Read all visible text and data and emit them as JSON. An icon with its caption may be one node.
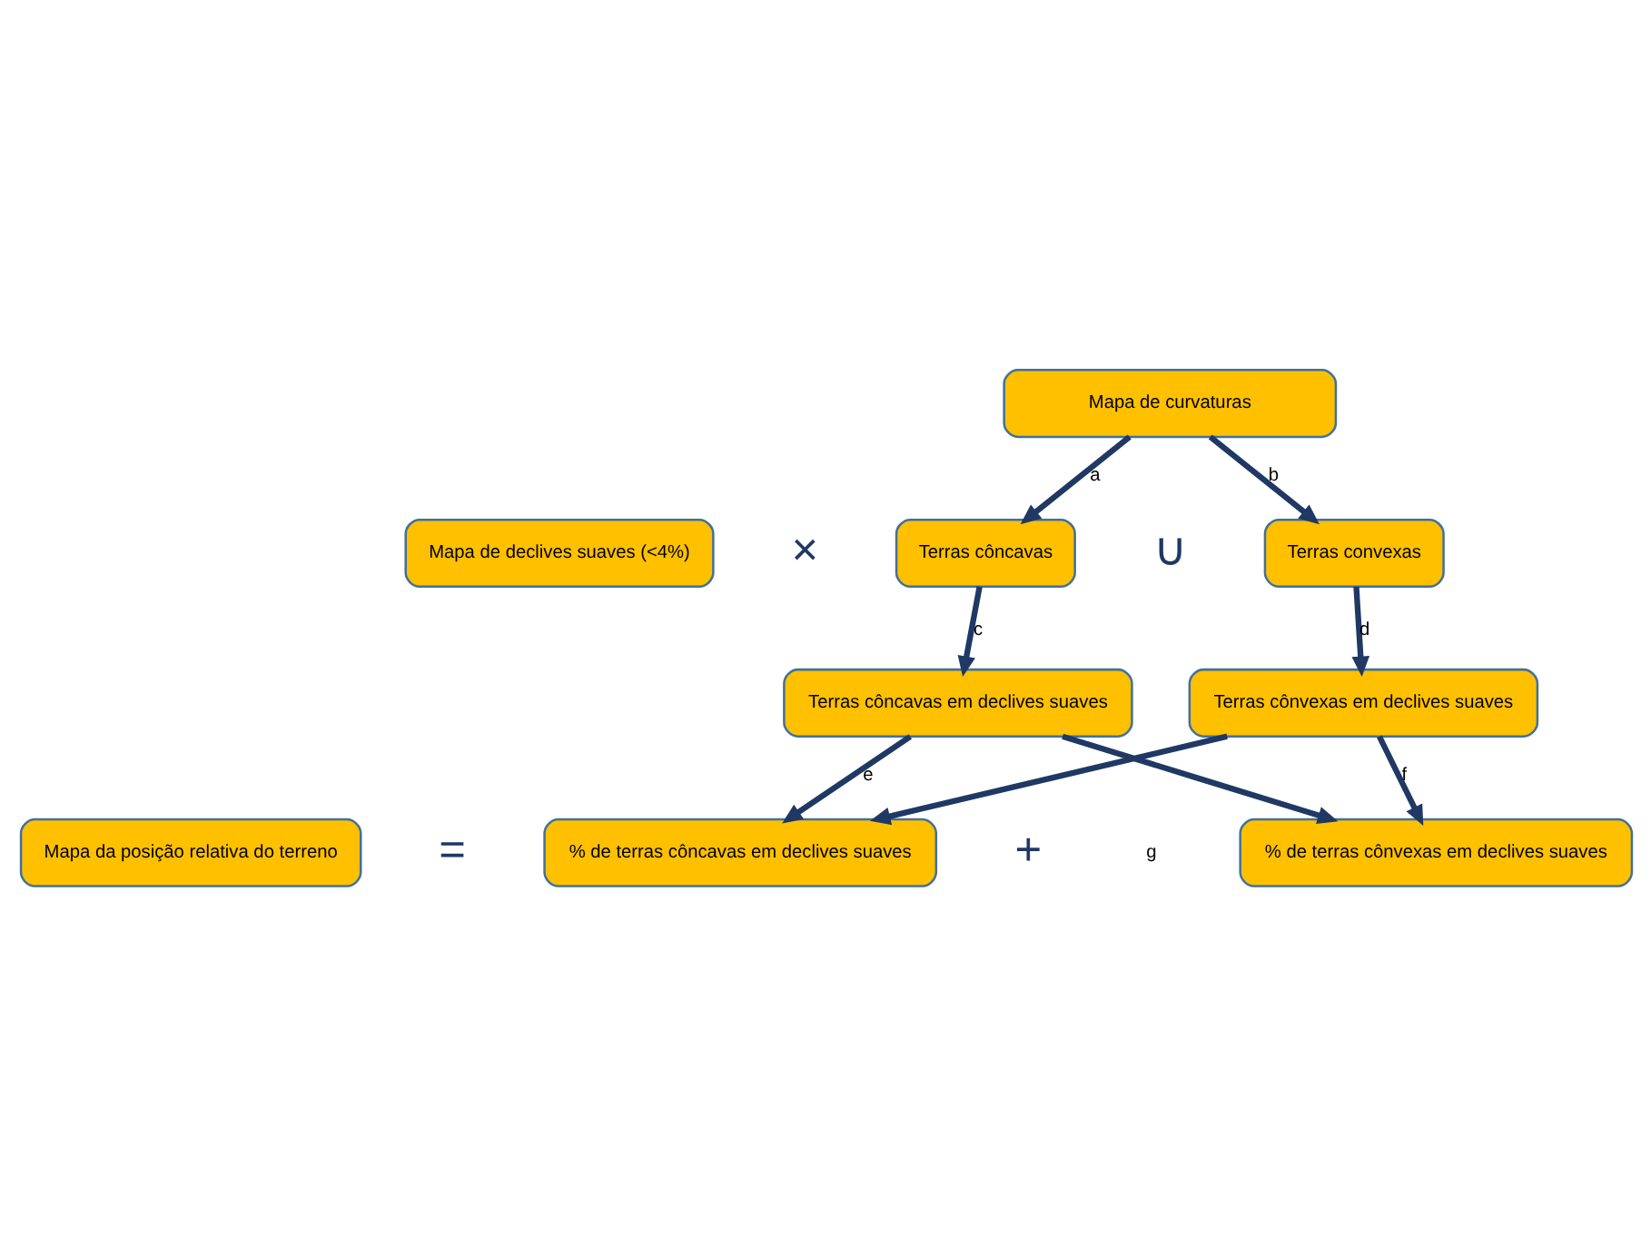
{
  "diagram": {
    "nodes": [
      {
        "text": [
          "Mapa de curvaturas"
        ]
      },
      {
        "text": [
          "Mapa de declives suaves (<4%)"
        ]
      },
      {
        "text": [
          "Terras côncavas"
        ]
      },
      {
        "text": [
          "Terras convexas"
        ]
      },
      {
        "text": [
          "Terras côncavas em declives suaves"
        ]
      },
      {
        "text": [
          "Terras cônvexas em declives suaves"
        ]
      },
      {
        "text": [
          "Mapa da posição relativa do terreno"
        ]
      },
      {
        "text": [
          "% de terras côncavas em declives suaves"
        ]
      },
      {
        "text": [
          "% de terras cônvexas em declives suaves"
        ]
      }
    ],
    "edges": [
      {
        "from": 0,
        "to": 2,
        "arrow": "to",
        "label": "a"
      },
      {
        "from": 0,
        "to": 3,
        "arrow": "to",
        "label": "b"
      },
      {
        "from": 2,
        "to": 4,
        "arrow": "to",
        "label": "c"
      },
      {
        "from": 3,
        "to": 5,
        "arrow": "to",
        "label": "d"
      },
      {
        "from": 4,
        "to": 7,
        "arrow": "to",
        "label": "e"
      },
      {
        "from": 5,
        "to": 8,
        "arrow": "to",
        "label": "f"
      },
      {
        "from": 4,
        "to": 8,
        "arrow": "to"
      },
      {
        "from": 5,
        "to": 7,
        "arrow": "to"
      }
    ],
    "labels": [
      "×",
      "∪",
      "=",
      "+",
      "g"
    ]
  }
}
